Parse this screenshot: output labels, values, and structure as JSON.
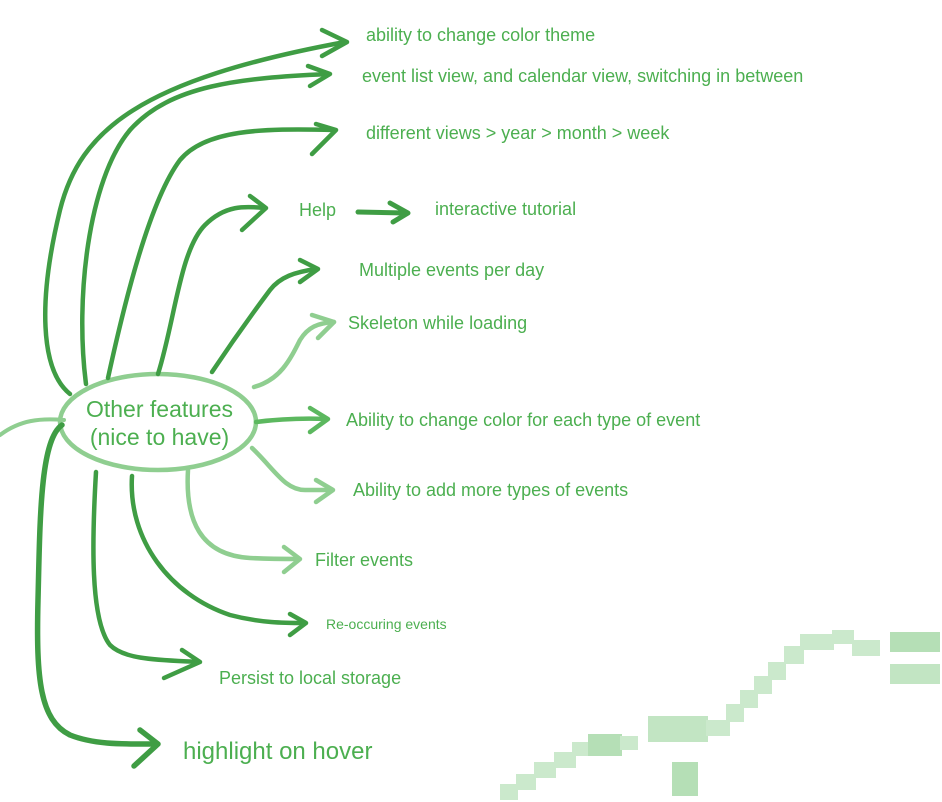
{
  "diagram": {
    "hub": {
      "line1": "Other features",
      "line2": "(nice to have)"
    },
    "features": [
      {
        "id": "color-theme",
        "text": "ability to change color theme"
      },
      {
        "id": "list-calendar",
        "text": "event list view, and calendar view, switching in between"
      },
      {
        "id": "views",
        "text": "different views > year > month > week"
      },
      {
        "id": "help",
        "text": "Help"
      },
      {
        "id": "tutorial",
        "text": "interactive tutorial"
      },
      {
        "id": "multiple-events",
        "text": "Multiple events per day"
      },
      {
        "id": "skeleton",
        "text": "Skeleton while loading"
      },
      {
        "id": "event-color",
        "text": "Ability to change color for each type of event"
      },
      {
        "id": "add-types",
        "text": "Ability to add more types of events"
      },
      {
        "id": "filter",
        "text": "Filter events"
      },
      {
        "id": "recurring",
        "text": "Re-occuring events"
      },
      {
        "id": "persist",
        "text": "Persist to local storage"
      },
      {
        "id": "hover",
        "text": "highlight on hover"
      }
    ]
  },
  "colors": {
    "dark_green": "#3f9d44",
    "mid_green": "#5cb85f",
    "light_green": "#8fce90",
    "text_green": "#4caf50"
  }
}
